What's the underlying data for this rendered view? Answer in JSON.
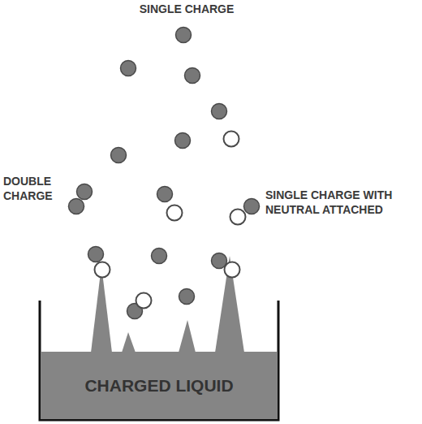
{
  "diagram": {
    "nodes": [
      {
        "text": [
          "CHARGED LIQUID"
        ]
      }
    ],
    "labels": [
      "SINGLE CHARGE",
      "DOUBLE CHARGE",
      "SINGLE CHARGE WITH NEUTRAL ATTACHED"
    ]
  }
}
